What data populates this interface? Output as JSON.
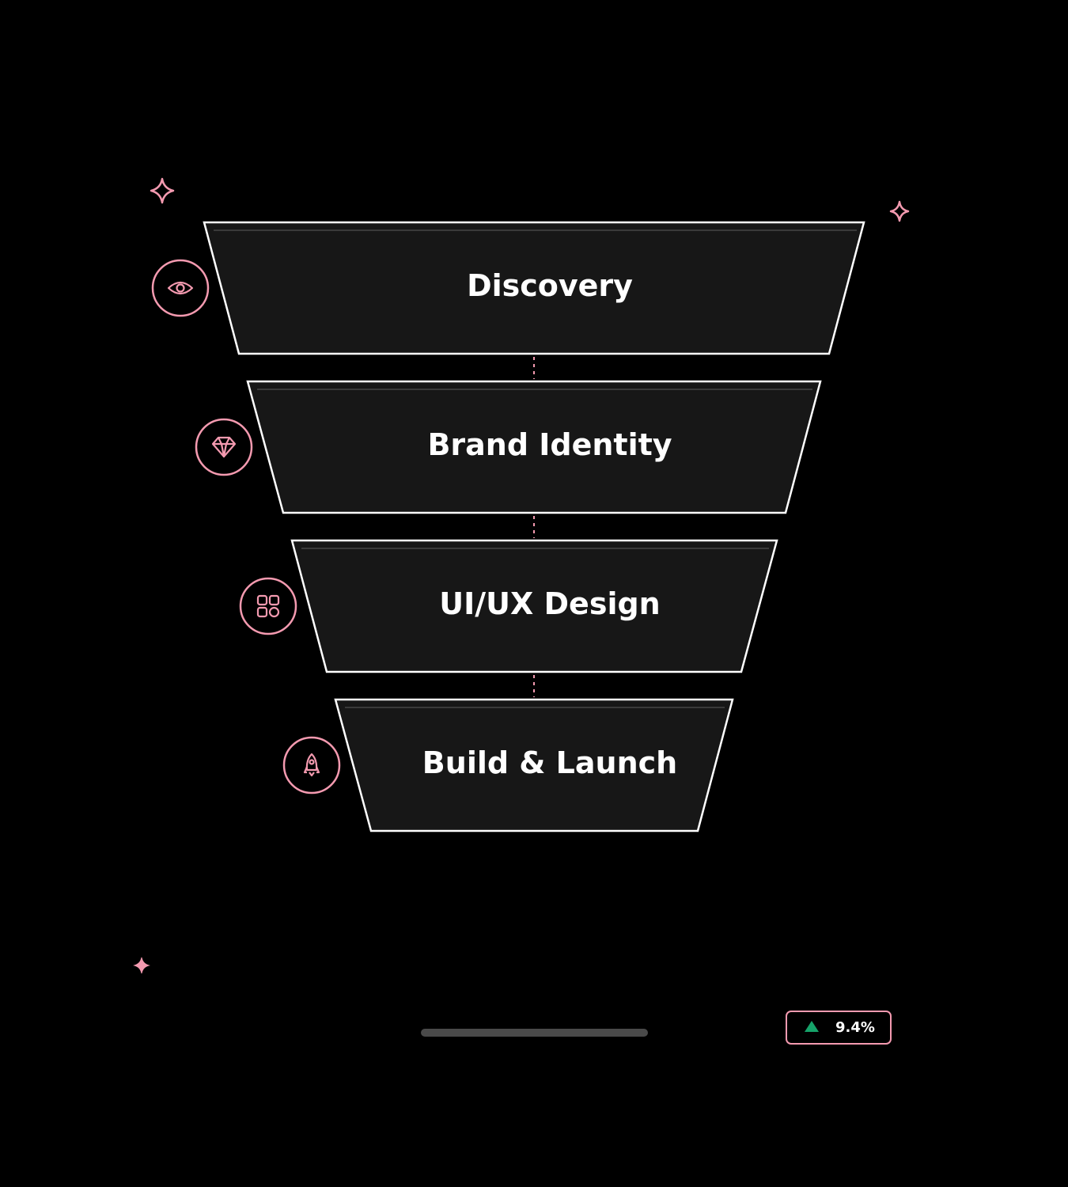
{
  "funnel": {
    "stages": [
      {
        "label": "Discovery",
        "icon": "eye-icon"
      },
      {
        "label": "Brand Identity",
        "icon": "diamond-icon"
      },
      {
        "label": "UI/UX Design",
        "icon": "grid-icon"
      },
      {
        "label": "Build & Launch",
        "icon": "rocket-icon"
      }
    ]
  },
  "badge": {
    "value": "9.4%",
    "trend_icon": "up-triangle-icon"
  },
  "colors": {
    "background": "#000000",
    "stage_fill": "#171717",
    "stage_stroke": "#ffffff",
    "accent": "#f49ab0",
    "trend_up": "#16a36a"
  }
}
